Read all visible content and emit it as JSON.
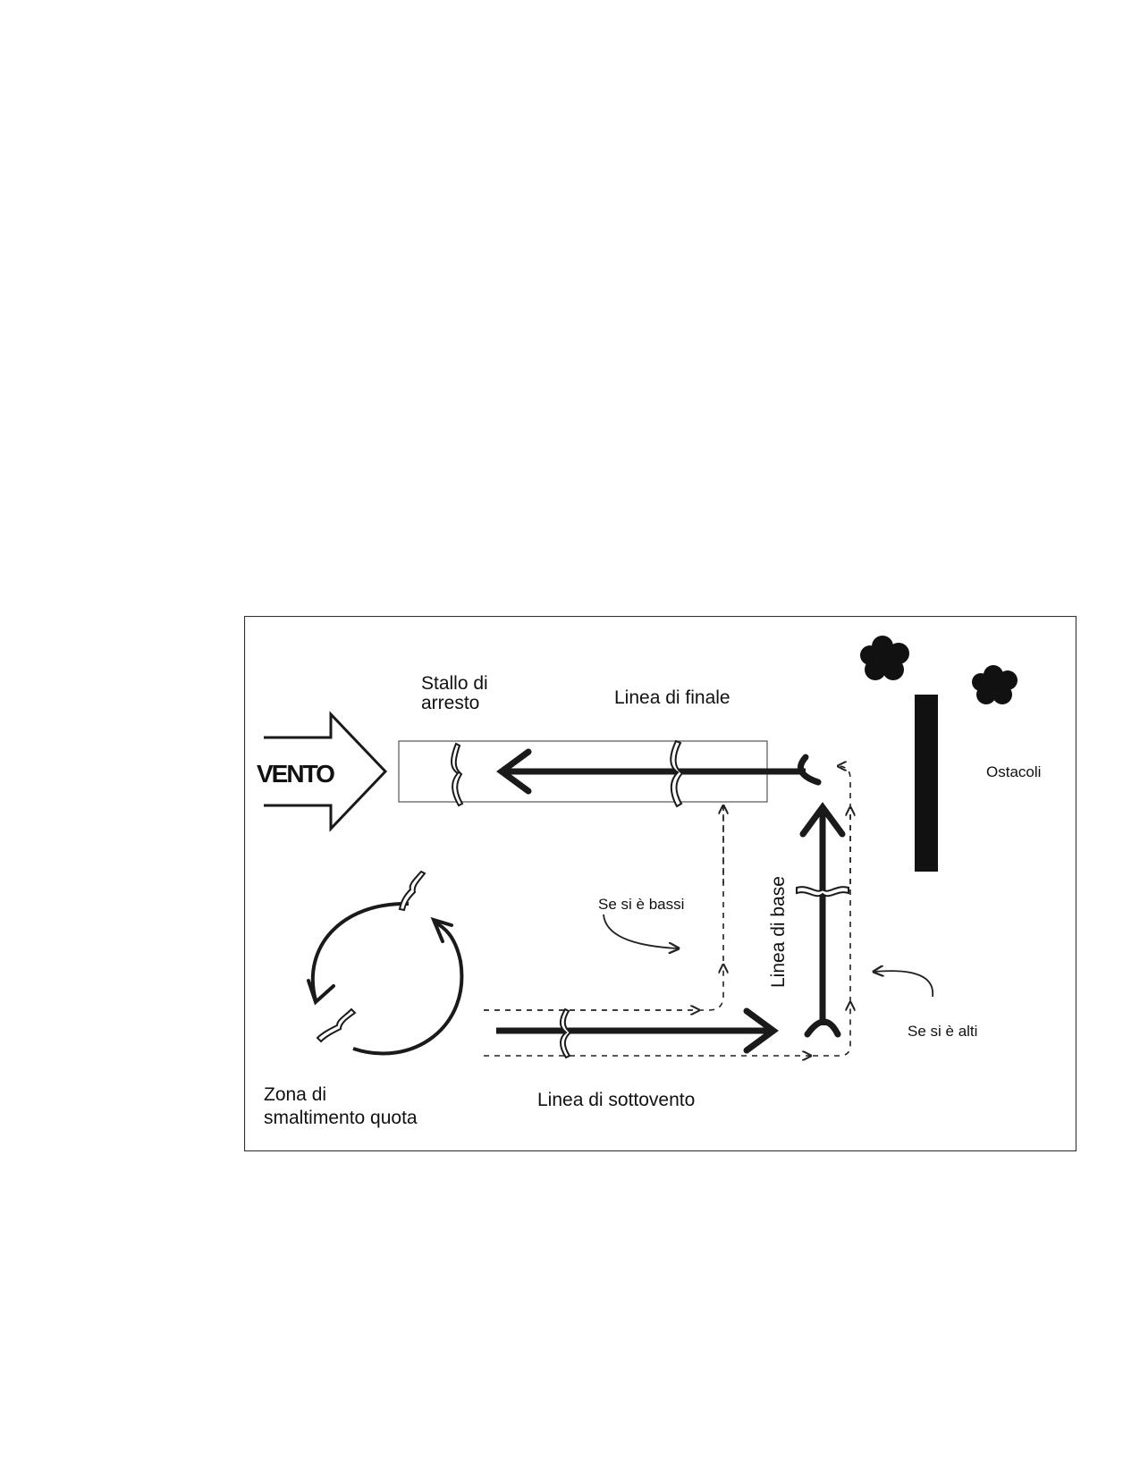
{
  "labels": {
    "stallo_line1": "Stallo di",
    "stallo_line2": "arresto",
    "finale": "Linea di finale",
    "vento": "VENTO",
    "ostacoli": "Ostacoli",
    "se_bassi": "Se si è bassi",
    "base": "Linea di base",
    "se_alti": "Se si è alti",
    "zona_line1": "Zona di",
    "zona_line2": "smaltimento quota",
    "sottovento": "Linea di sottovento"
  },
  "icons": [
    "wind-arrow-icon",
    "glider-icon",
    "tree-icon",
    "obstacle-wall-icon"
  ]
}
